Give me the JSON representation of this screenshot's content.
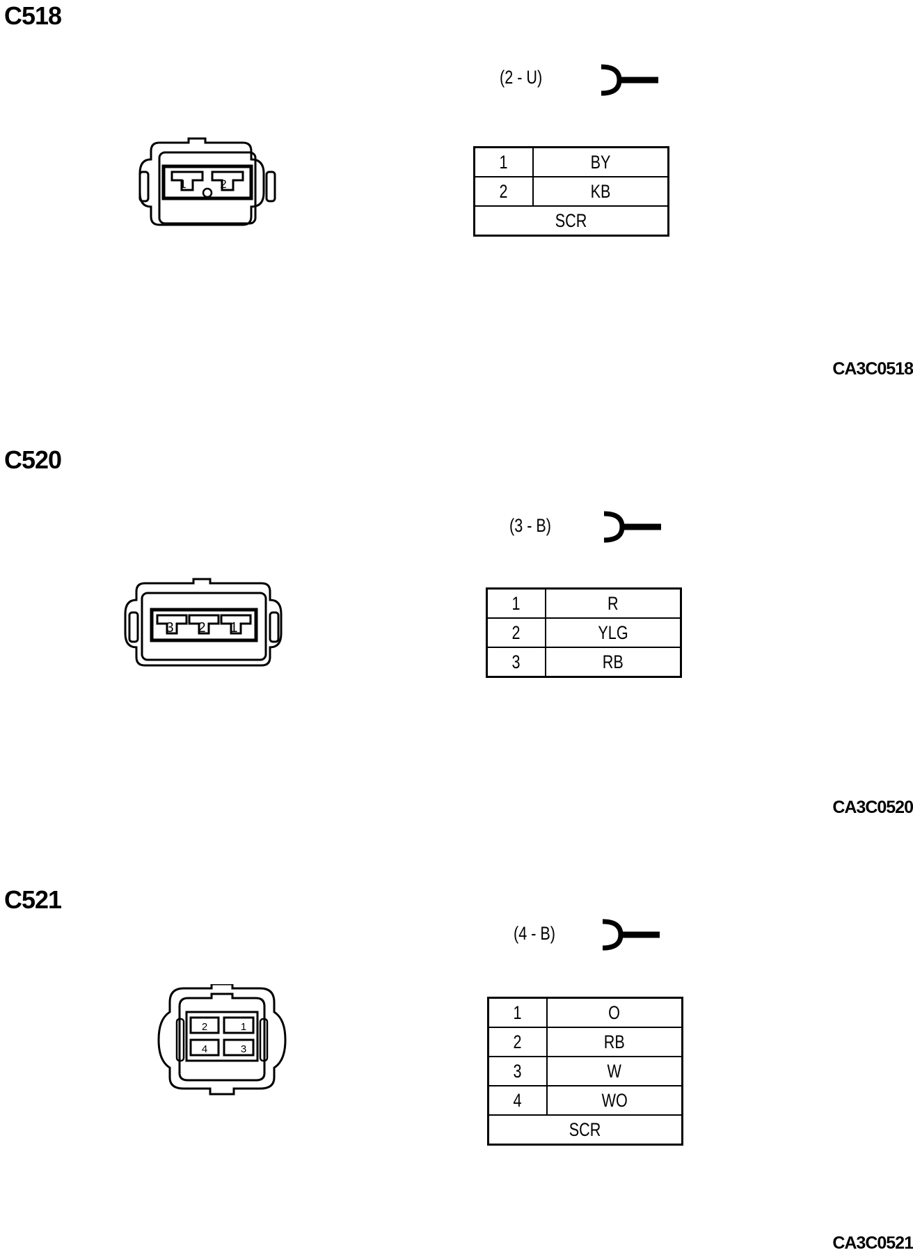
{
  "sections": [
    {
      "title": "C518",
      "code": "CA3C0518",
      "info": "(2 - U)",
      "pins": [
        {
          "pin": "1",
          "wire": "BY"
        },
        {
          "pin": "2",
          "wire": "KB"
        }
      ],
      "footer": "SCR",
      "connector_labels": [
        "1",
        "2"
      ]
    },
    {
      "title": "C520",
      "code": "CA3C0520",
      "info": "(3 - B)",
      "pins": [
        {
          "pin": "1",
          "wire": "R"
        },
        {
          "pin": "2",
          "wire": "YLG"
        },
        {
          "pin": "3",
          "wire": "RB"
        }
      ],
      "connector_labels": [
        "3",
        "2",
        "1"
      ]
    },
    {
      "title": "C521",
      "code": "CA3C0521",
      "info": "(4 - B)",
      "pins": [
        {
          "pin": "1",
          "wire": "O"
        },
        {
          "pin": "2",
          "wire": "RB"
        },
        {
          "pin": "3",
          "wire": "W"
        },
        {
          "pin": "4",
          "wire": "WO"
        }
      ],
      "footer": "SCR",
      "connector_labels": [
        "2",
        "1",
        "4",
        "3"
      ]
    }
  ]
}
